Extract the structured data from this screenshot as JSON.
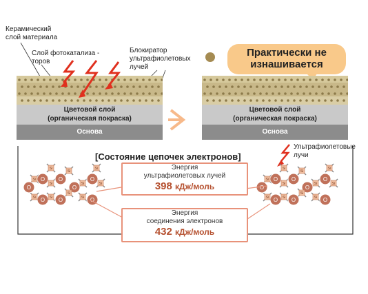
{
  "labels": {
    "ceramic_layer": "Керамический слой материала",
    "photocatalysis_layer": "Слой фотокатализа - торов",
    "uv_blocker": "Блокиратор ультрафиолетовых лучей",
    "nearly_no_wear": "Практически не изнашивается",
    "uv_rays": "Ультрафиолетовые лучи"
  },
  "left_panel": {
    "color_layer_line1": "Цветовой слой",
    "color_layer_line2": "(органическая покраска)",
    "base": "Основа"
  },
  "right_panel": {
    "color_layer_line1": "Цветовой слой",
    "color_layer_line2": "(органическая покраска)",
    "base": "Основа"
  },
  "electron_chain": {
    "title": "[Состояние цепочек электронов]",
    "uv_energy": {
      "caption_line1": "Энергия",
      "caption_line2": "ультрафиолетовых лучей",
      "value": "398",
      "unit": "кДж/моль"
    },
    "bond_energy": {
      "caption_line1": "Энергия",
      "caption_line2": "соединения электронов",
      "value": "432",
      "unit": "кДж/моль"
    },
    "atom_o": "O",
    "atom_si": "Si"
  },
  "colors": {
    "accent_red": "#e0301e",
    "bubble": "#f9c98a",
    "arrow": "#f7b98a",
    "color_layer": "#c9c9c9",
    "base_layer": "#8c8c8c",
    "coating": "#c8b889",
    "oxygen": "#c0715a",
    "silicon": "#f0bfa0"
  }
}
